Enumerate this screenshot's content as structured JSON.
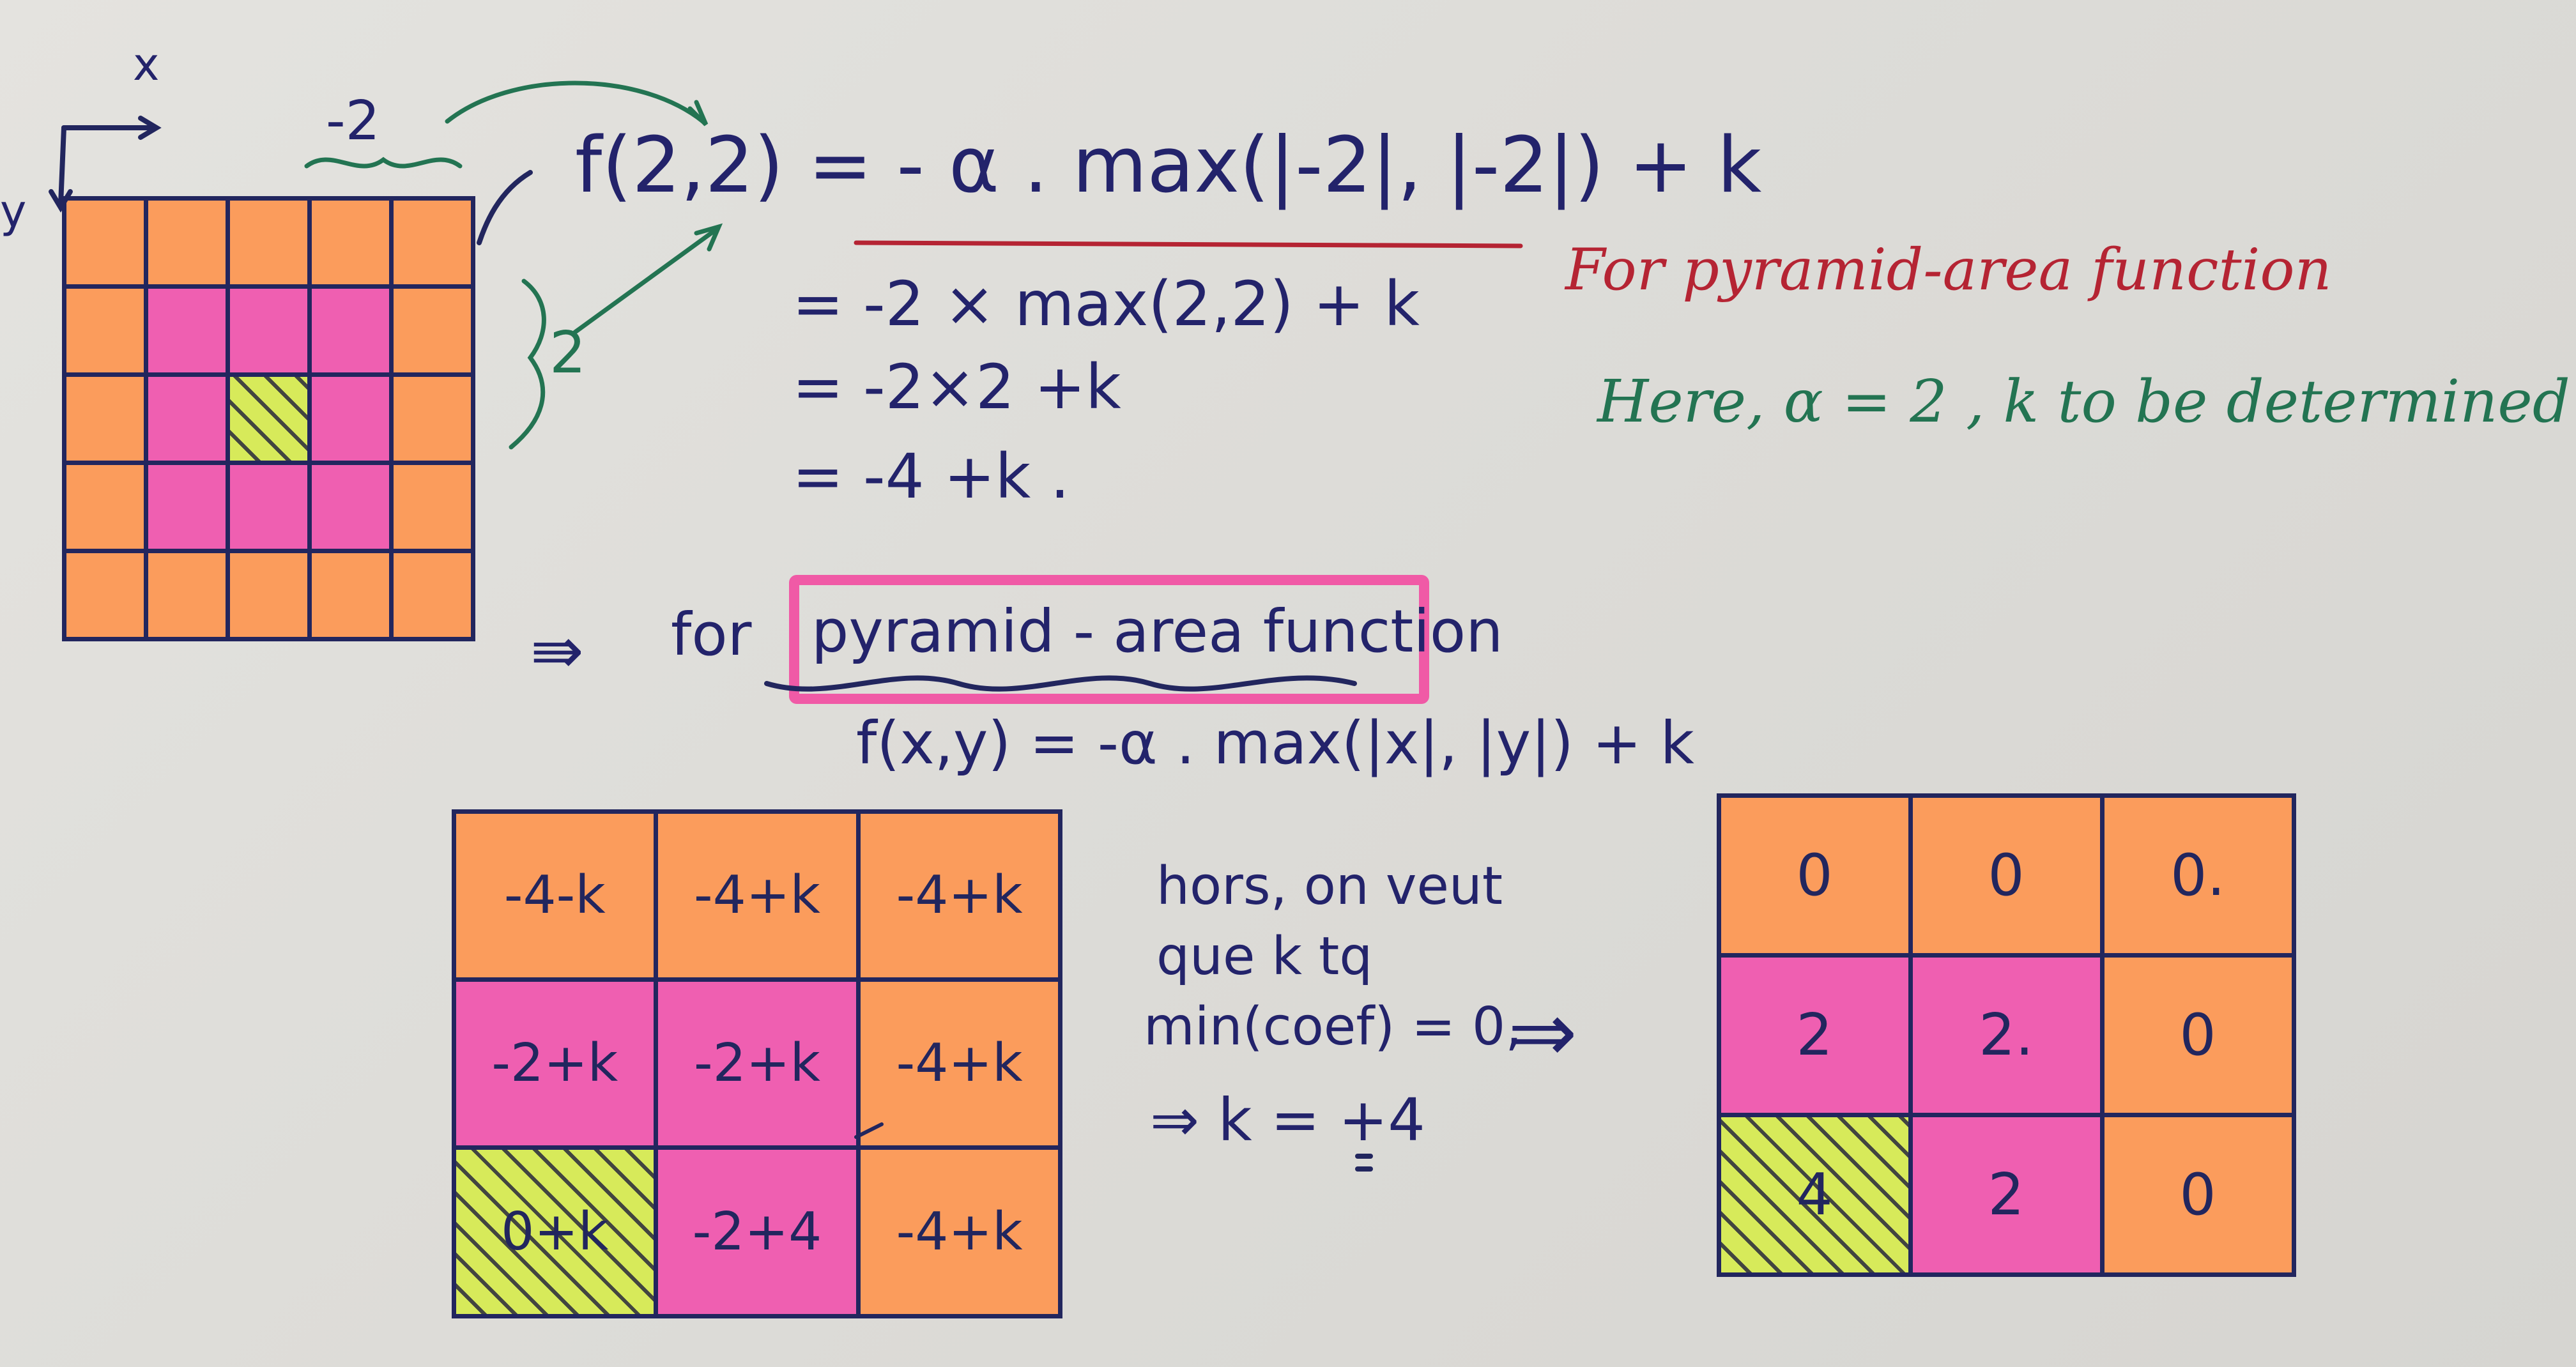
{
  "axes": {
    "x_label": "x",
    "y_label": "y"
  },
  "notes": {
    "offset_x": "-2",
    "offset_y": "2",
    "eq_line1": "f(2,2) = - α . max(|-2|, |-2|) + k",
    "eq_line2": "= -2 × max(2,2) + k",
    "eq_line3": "= -2×2 +k",
    "eq_line4": "= -4 +k .",
    "red_note": "For pyramid-area function",
    "green_note": "Here, α = 2 ,   k to be determined",
    "implies_1": "⇛",
    "for_label": "for",
    "boxed_term": "pyramid - area function",
    "formula": "f(x,y) = -α . max(|x|, |y|) + k",
    "reasoning": [
      "hors, on veut",
      "que k tq",
      "min(coef) = 0,",
      "⇒ k = +4"
    ],
    "implies_2": "⇒"
  },
  "colors": {
    "orange": "#fb9c5c",
    "pink": "#ef5fb1",
    "yellow": "#d7ea5a",
    "ink": "#22265e",
    "red": "#b52433",
    "green": "#237452"
  },
  "small_grid": {
    "colors": [
      [
        "orange",
        "orange",
        "orange",
        "orange",
        "orange"
      ],
      [
        "orange",
        "pink",
        "pink",
        "pink",
        "orange"
      ],
      [
        "orange",
        "pink",
        "yellow",
        "pink",
        "orange"
      ],
      [
        "orange",
        "pink",
        "pink",
        "pink",
        "orange"
      ],
      [
        "orange",
        "orange",
        "orange",
        "orange",
        "orange"
      ]
    ]
  },
  "middle_grid": {
    "rows": [
      [
        {
          "text": "-4-k",
          "color": "orange"
        },
        {
          "text": "-4+k",
          "color": "orange"
        },
        {
          "text": "-4+k",
          "color": "orange"
        }
      ],
      [
        {
          "text": "-2+k",
          "color": "pink"
        },
        {
          "text": "-2+k",
          "color": "pink"
        },
        {
          "text": "-4+k",
          "color": "orange"
        }
      ],
      [
        {
          "text": "0+k",
          "color": "yellow"
        },
        {
          "text": "-2+4",
          "color": "pink"
        },
        {
          "text": "-4+k",
          "color": "orange"
        }
      ]
    ]
  },
  "result_grid": {
    "rows": [
      [
        {
          "text": "0",
          "color": "orange"
        },
        {
          "text": "0",
          "color": "orange"
        },
        {
          "text": "0.",
          "color": "orange"
        }
      ],
      [
        {
          "text": "2",
          "color": "pink"
        },
        {
          "text": "2.",
          "color": "pink"
        },
        {
          "text": "0",
          "color": "orange"
        }
      ],
      [
        {
          "text": "4",
          "color": "yellow"
        },
        {
          "text": "2",
          "color": "pink"
        },
        {
          "text": "0",
          "color": "orange"
        }
      ]
    ]
  }
}
